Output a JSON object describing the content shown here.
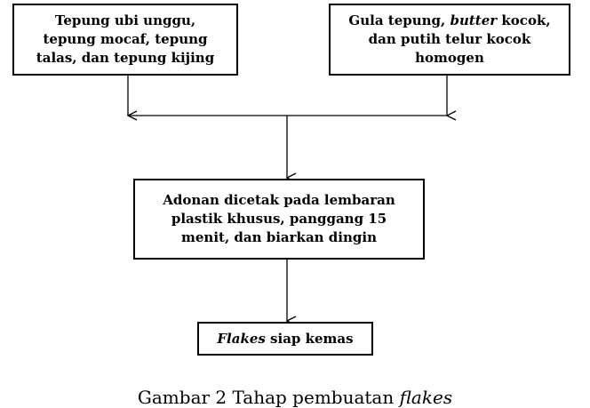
{
  "boxes": {
    "ingredients_flour": {
      "line1": "Tepung ubi unggu,",
      "line2": "tepung mocaf, tepung",
      "line3": "talas, dan tepung kijing"
    },
    "ingredients_sugar": {
      "line1_before": "Gula tepung, ",
      "line1_italic": "butter",
      "line1_after": " kocok,",
      "line2": "dan putih telur kocok",
      "line3": "homogen"
    },
    "process": {
      "line1": "Adonan dicetak pada lembaran",
      "line2": "plastik khusus, panggang 15",
      "line3": "menit, dan biarkan dingin"
    },
    "result": {
      "italic": "Flakes",
      "after": " siap kemas"
    }
  },
  "caption": {
    "before": "Gambar 2 Tahap pembuatan ",
    "italic": "flakes"
  }
}
